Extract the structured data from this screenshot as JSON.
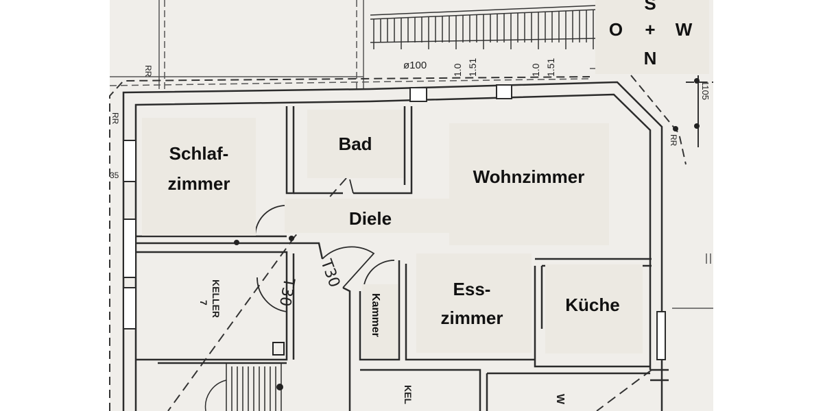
{
  "plan": {
    "colors": {
      "paper": "#f0eeea",
      "label_box": "#ece9e2",
      "wall": "#2b2b2b",
      "outside": "#ffffff"
    },
    "compass": {
      "top": "S",
      "left": "O",
      "center": "+",
      "right": "W",
      "bottom": "N"
    },
    "rooms": {
      "schlafzimmer_line1": "Schlaf-",
      "schlafzimmer_line2": "zimmer",
      "bad": "Bad",
      "wohnzimmer": "Wohnzimmer",
      "diele": "Diele",
      "esszimmer_line1": "Ess-",
      "esszimmer_line2": "zimmer",
      "kueche": "Küche",
      "kammer": "Kammer",
      "keller_name": "KELLER",
      "keller_number": "7",
      "keller2_partial": "KEL",
      "room_bottom_right_partial": "W"
    },
    "annotations": {
      "pipe": "ø100",
      "dim_a": "1.0",
      "dim_b": "1.51",
      "dim_c": "1.0",
      "dim_d": "1.51",
      "rr_top": "RR",
      "rr_left": "RR",
      "rr_right": "RR",
      "edge_number": "1105",
      "left_number": "35",
      "door_t30_a": "T30",
      "door_t30_b": "T30"
    }
  }
}
